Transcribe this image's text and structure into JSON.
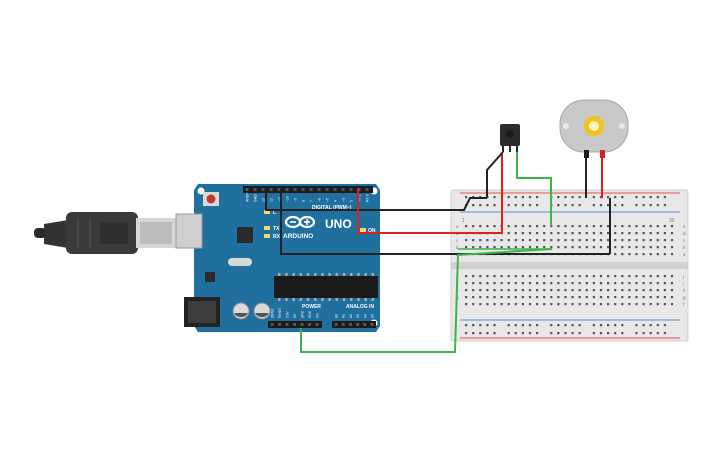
{
  "board": {
    "logo_text": "ARDUINO",
    "model_text": "UNO",
    "digital_header_label": "DIGITAL (PWM~)",
    "power_header_label": "POWER",
    "analog_header_label": "ANALOG IN",
    "on_led_label": "ON",
    "tx_label": "TX",
    "rx_label": "RX",
    "l_label": "L",
    "digital_pins": [
      "AREF",
      "GND",
      "13",
      "12",
      "~11",
      "~10",
      "~9",
      "8",
      "7",
      "~6",
      "~5",
      "4",
      "~3",
      "2",
      "TX 1",
      "RX 0"
    ],
    "power_pins": [
      "IOREF",
      "RESET",
      "3.3V",
      "5V",
      "GND",
      "GND",
      "Vin"
    ],
    "analog_pins": [
      "A0",
      "A1",
      "A2",
      "A3",
      "A4",
      "A5"
    ]
  },
  "breadboard": {
    "row_letters_top": [
      "a",
      "b",
      "c",
      "d",
      "e"
    ],
    "row_letters_bottom": [
      "f",
      "g",
      "h",
      "i",
      "j"
    ],
    "first_column": "1",
    "last_column": "30"
  },
  "colors": {
    "board_blue": "#1f6f9f",
    "wire_red": "#e02020",
    "wire_black": "#222222",
    "wire_green": "#3db54a",
    "motor_gray": "#c9c9c9",
    "motor_gear": "#f0c419"
  }
}
